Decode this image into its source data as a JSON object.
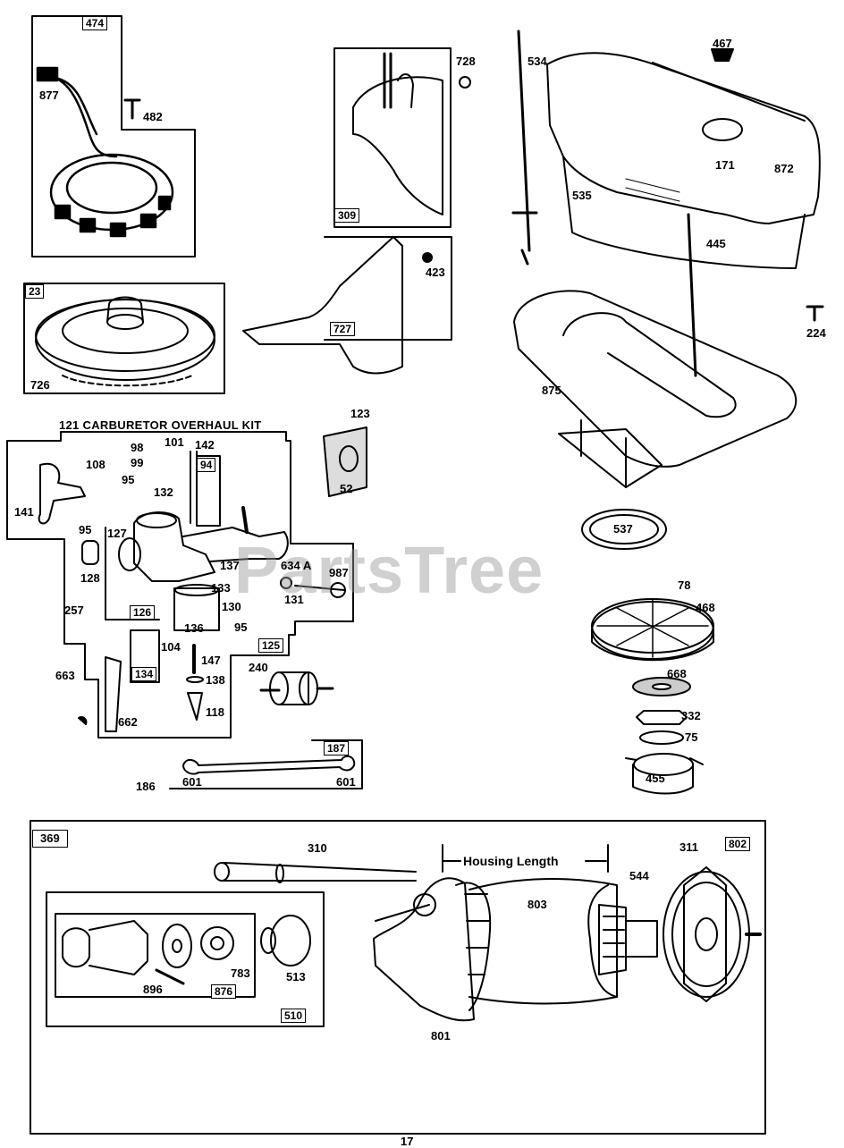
{
  "watermark": "PartsTree",
  "kit_title": "121 CARBURETOR OVERHAUL KIT",
  "housing_length_label": "Housing Length",
  "page_number": "17",
  "box_labels": {
    "b474": "474",
    "b309top": "309",
    "b23": "23",
    "b727": "727",
    "b94": "94",
    "b126": "126",
    "b134": "134",
    "b125": "125",
    "b187": "187",
    "b369": "369",
    "b802": "802",
    "b876": "876",
    "b510": "510"
  },
  "parts": {
    "p877": "877",
    "p482": "482",
    "p728": "728",
    "p534": "534",
    "p467": "467",
    "p872": "872",
    "p171": "171",
    "p535": "535",
    "p445": "445",
    "p423": "423",
    "p224": "224",
    "p726": "726",
    "p875": "875",
    "p123": "123",
    "p98": "98",
    "p101": "101",
    "p142": "142",
    "p108": "108",
    "p99": "99",
    "p95a": "95",
    "p132": "132",
    "p52": "52",
    "p141": "141",
    "p95b": "95",
    "p127": "127",
    "p128": "128",
    "p137": "137",
    "p634a": "634 A",
    "p987": "987",
    "p537": "537",
    "p78": "78",
    "p468": "468",
    "p257": "257",
    "p133": "133",
    "p131": "131",
    "p130": "130",
    "p95c": "95",
    "p136": "136",
    "p104": "104",
    "p147": "147",
    "p240": "240",
    "p663": "663",
    "p138": "138",
    "p118": "118",
    "p662": "662",
    "p668": "668",
    "p332": "332",
    "p75": "75",
    "p186": "186",
    "p601a": "601",
    "p601b": "601",
    "p455": "455",
    "p310": "310",
    "p311": "311",
    "p544": "544",
    "p803": "803",
    "p896": "896",
    "p783": "783",
    "p513": "513",
    "p801": "801"
  }
}
